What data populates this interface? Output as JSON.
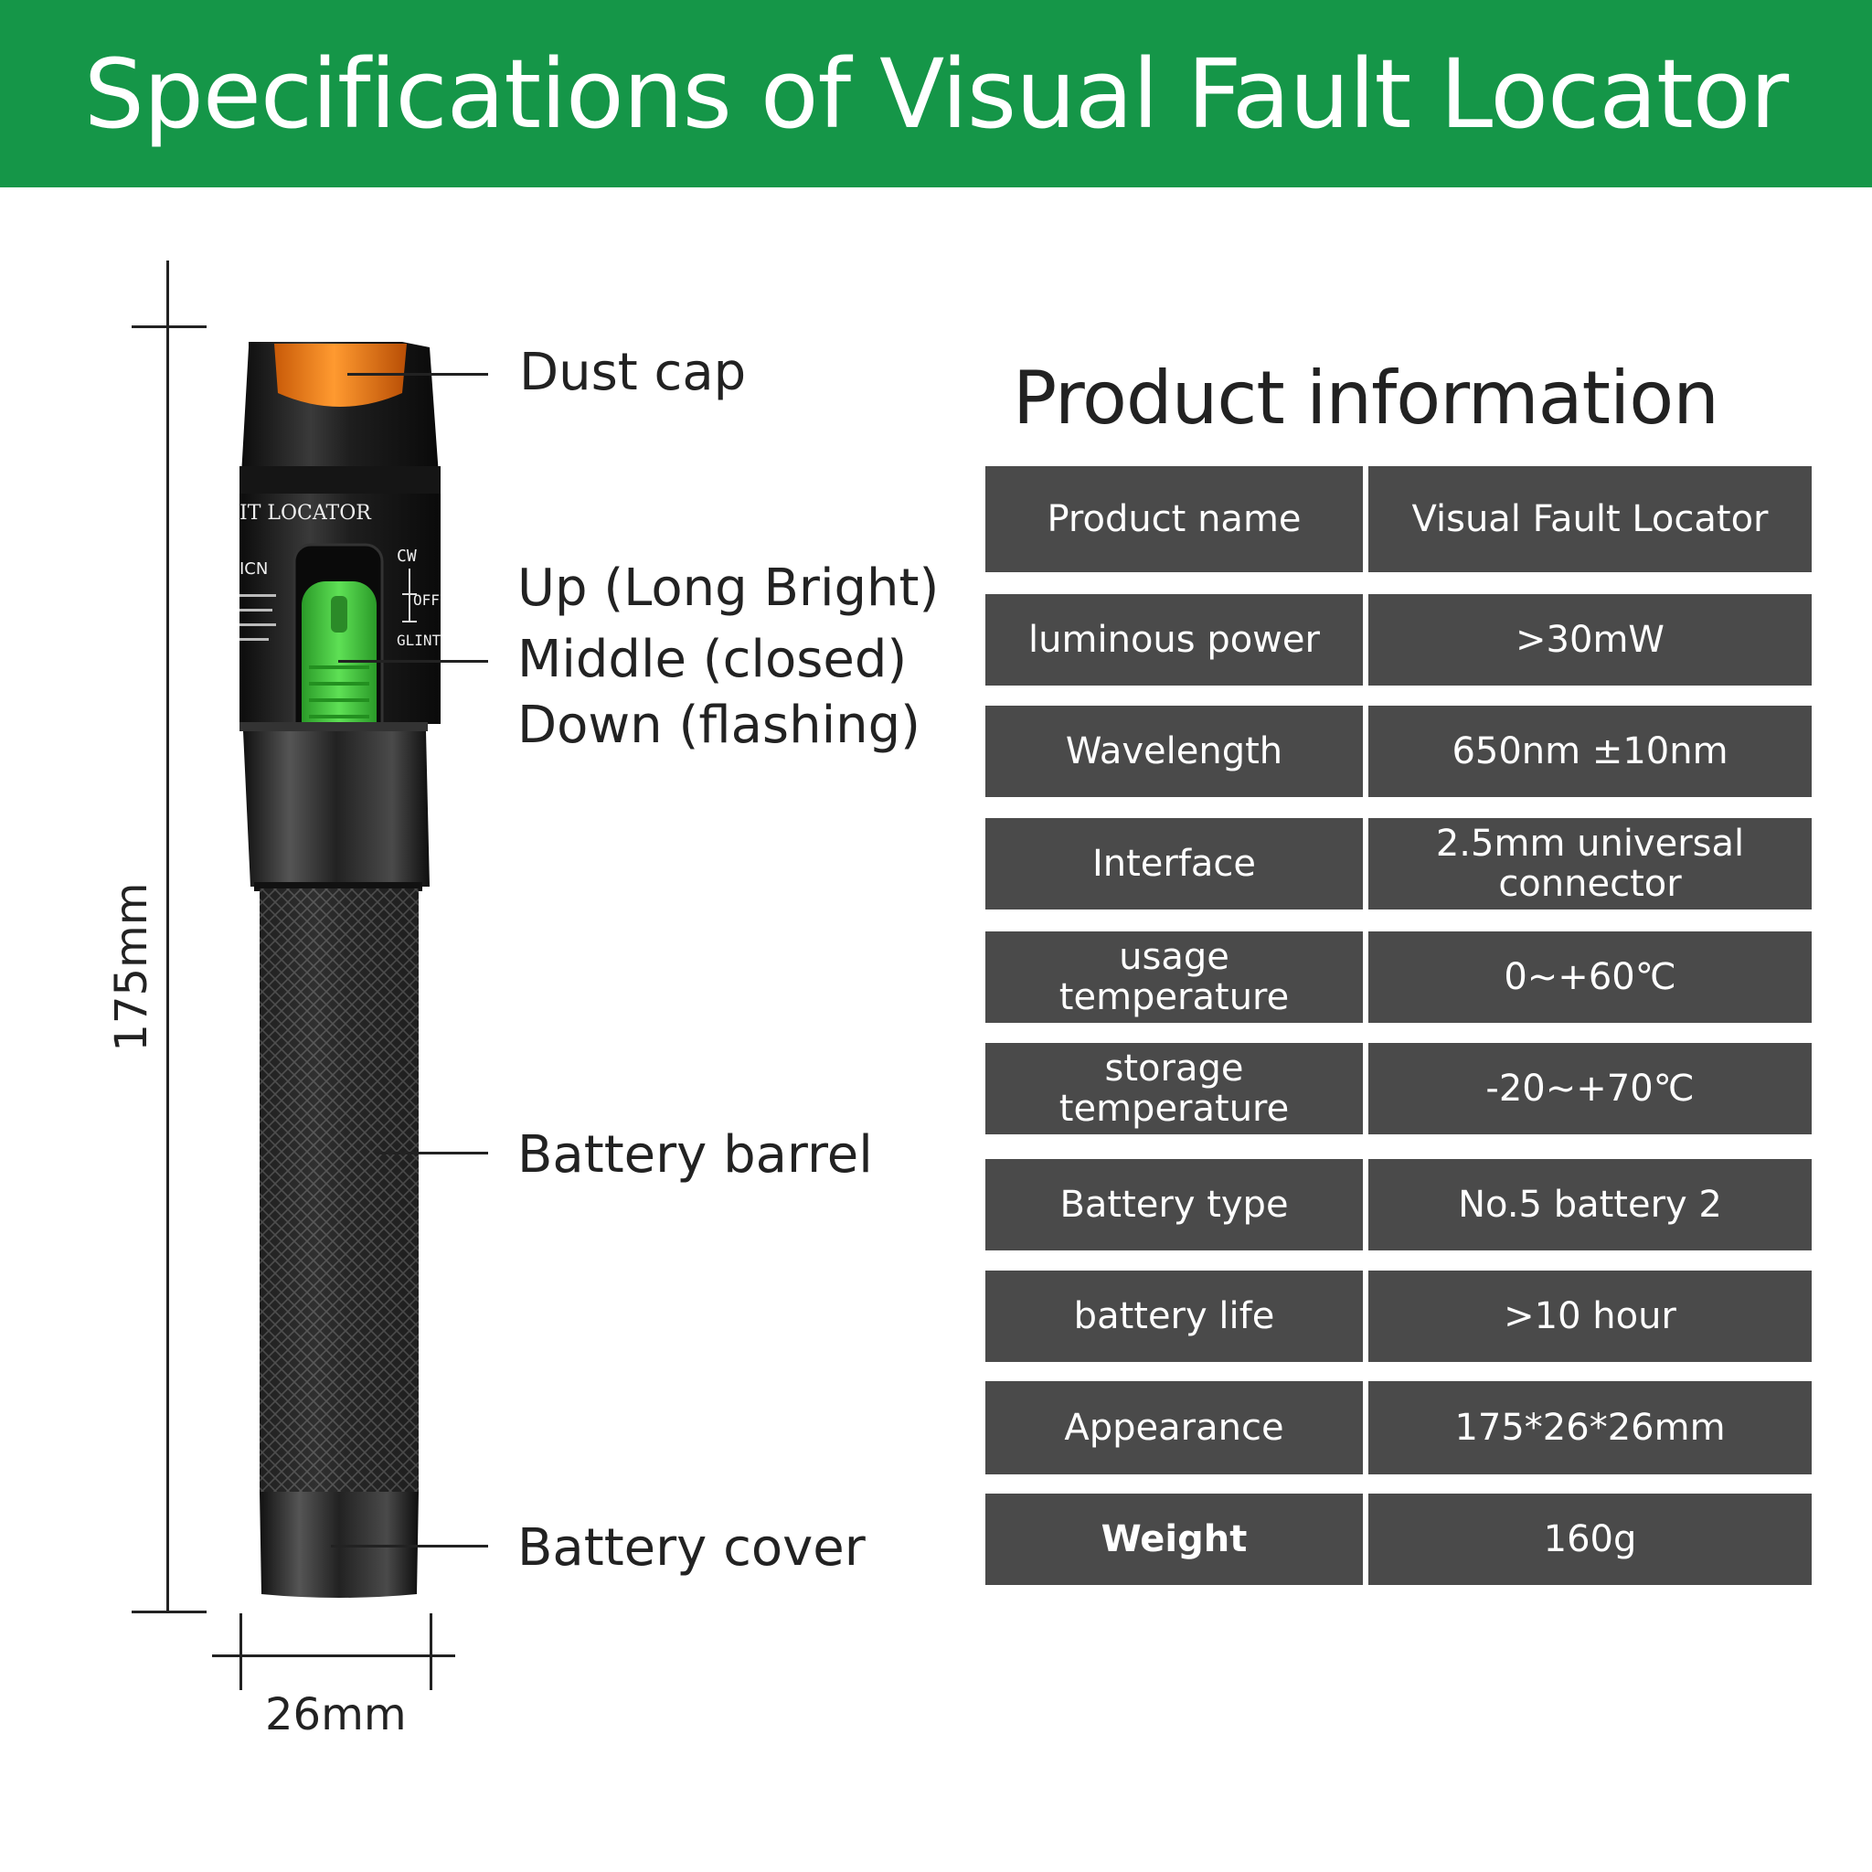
{
  "banner": {
    "title": "Specifications of Visual Fault Locator"
  },
  "illustration": {
    "height_label": "175mm",
    "width_label": "26mm",
    "device_text": {
      "brand": "IT LOCATOR",
      "side_mark": "ICN",
      "switch_cw": "CW",
      "switch_off": "OFF",
      "switch_glint": "GLINT"
    },
    "callouts": {
      "dust_cap": "Dust cap",
      "switch_up": "Up (Long Bright)",
      "switch_middle": "Middle (closed)",
      "switch_down": "Down (flashing)",
      "battery_barrel": "Battery barrel",
      "battery_cover": "Battery cover"
    },
    "colors": {
      "cap": "#f07a12",
      "switch": "#3fbf3a",
      "body": "#1c1c1c"
    }
  },
  "product_info": {
    "title": "Product information",
    "rows": [
      {
        "label": "Product name",
        "value": "Visual Fault Locator"
      },
      {
        "label": "luminous power",
        "value": ">30mW"
      },
      {
        "label": "Wavelength",
        "value": "650nm ±10nm"
      },
      {
        "label": "Interface",
        "value": "2.5mm universal connector"
      },
      {
        "label": "usage temperature",
        "value": "0~+60℃"
      },
      {
        "label": "storage temperature",
        "value": "-20~+70℃"
      },
      {
        "label": "Battery type",
        "value": "No.5 battery 2"
      },
      {
        "label": "battery life",
        "value": ">10 hour"
      },
      {
        "label": "Appearance",
        "value": "175*26*26mm"
      },
      {
        "label": "Weight",
        "value": "160g"
      }
    ]
  },
  "colors": {
    "banner": "#159648",
    "cell": "#4a4a4a"
  }
}
